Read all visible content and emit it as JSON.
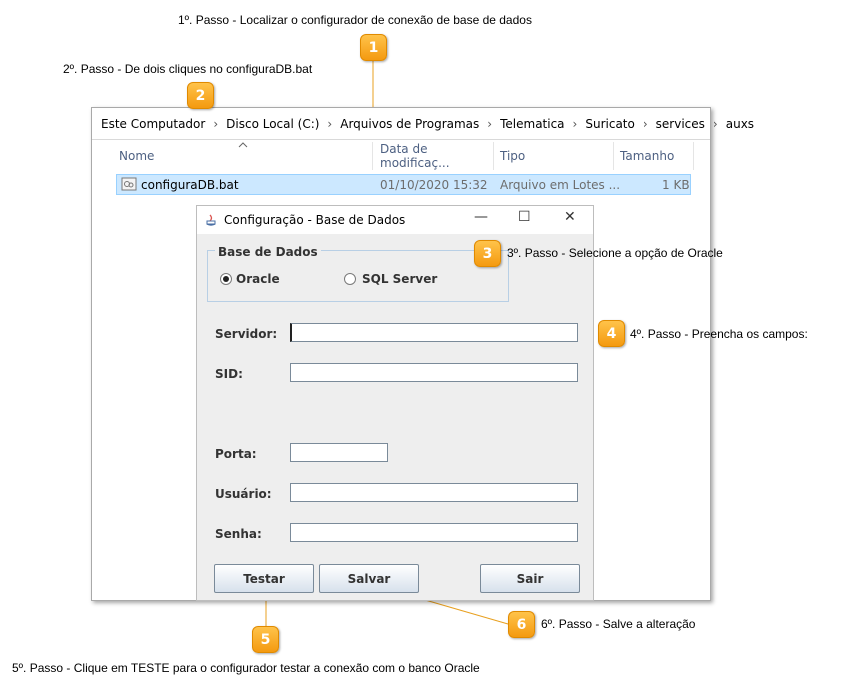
{
  "annotations": {
    "step1": "1º. Passo - Localizar o configurador de conexão de base de dados",
    "step2": "2º. Passo - De dois cliques no configuraDB.bat",
    "step3": "3º. Passo - Selecione a opção de Oracle",
    "step4": "4º. Passo - Preencha os campos:",
    "step5": "5º. Passo - Clique em TESTE para o configurador testar a conexão com o banco Oracle",
    "step6": "6º. Passo - Salve a alteração"
  },
  "callouts": [
    "1",
    "2",
    "3",
    "4",
    "5",
    "6"
  ],
  "explorer": {
    "breadcrumb": [
      "Este Computador",
      "Disco Local (C:)",
      "Arquivos de Programas",
      "Telematica",
      "Suricato",
      "services",
      "auxs"
    ],
    "separator": "›",
    "columns": {
      "name": "Nome",
      "modified": "Data de modificaç...",
      "type": "Tipo",
      "size": "Tamanho"
    },
    "file": {
      "name": "configuraDB.bat",
      "modified": "01/10/2020 15:32",
      "type": "Arquivo em Lotes ...",
      "size": "1 KB"
    }
  },
  "dialog": {
    "title": "Configuração - Base de Dados",
    "group_title": "Base de Dados",
    "radio_oracle": "Oracle",
    "radio_sqlserver": "SQL Server",
    "selected_db": "Oracle",
    "labels": {
      "servidor": "Servidor:",
      "sid": "SID:",
      "porta": "Porta:",
      "usuario": "Usuário:",
      "senha": "Senha:"
    },
    "values": {
      "servidor": "",
      "sid": "",
      "porta": "",
      "usuario": "",
      "senha": ""
    },
    "buttons": {
      "testar": "Testar",
      "salvar": "Salvar",
      "sair": "Sair"
    },
    "window_controls": {
      "minimize": "—",
      "maximize": "☐",
      "close": "✕"
    }
  },
  "colors": {
    "callout": "#f7a418",
    "selection": "#cce8ff",
    "dialog_bg": "#eeeeee"
  }
}
